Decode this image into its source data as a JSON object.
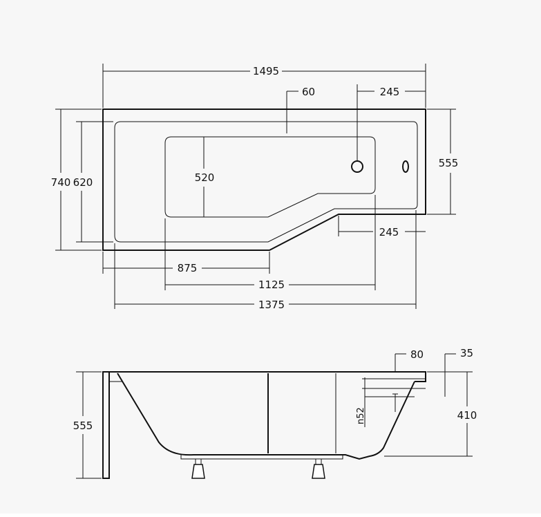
{
  "colors": {
    "line": "#111111",
    "background": "#f7f7f7"
  },
  "top_view": {
    "overall_length": "1495",
    "rim_width": "60",
    "drain_offset_top": "245",
    "overall_width": "740",
    "inner_width": "620",
    "basin_width": "520",
    "narrow_end_width": "555",
    "narrow_end_offset": "245",
    "straight_section": "875",
    "basin_length": "1125",
    "inner_length": "1375"
  },
  "side_view": {
    "rim_top": "80",
    "rim_edge": "35",
    "height_total": "555",
    "inner_depth": "410",
    "overflow_label": "n52"
  }
}
